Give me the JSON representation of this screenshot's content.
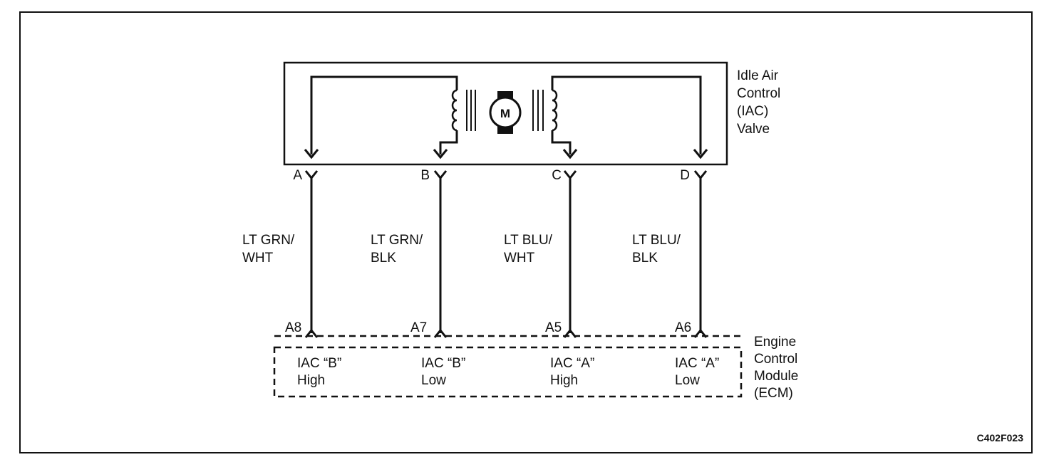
{
  "iac_valve": {
    "label_lines": [
      "Idle Air",
      "Control",
      "(IAC)",
      "Valve"
    ],
    "motor_symbol": "M"
  },
  "ecm": {
    "label_lines": [
      "Engine",
      "Control",
      "Module",
      "(ECM)"
    ]
  },
  "circuits": [
    {
      "terminal": "A",
      "wire_lines": [
        "LT GRN/",
        "WHT"
      ],
      "ecm_pin": "A8",
      "ecm_function_lines": [
        "IAC “B”",
        "High"
      ]
    },
    {
      "terminal": "B",
      "wire_lines": [
        "LT GRN/",
        "BLK"
      ],
      "ecm_pin": "A7",
      "ecm_function_lines": [
        "IAC “B”",
        "Low"
      ]
    },
    {
      "terminal": "C",
      "wire_lines": [
        "LT BLU/",
        "WHT"
      ],
      "ecm_pin": "A5",
      "ecm_function_lines": [
        "IAC “A”",
        "High"
      ]
    },
    {
      "terminal": "D",
      "wire_lines": [
        "LT BLU/",
        "BLK"
      ],
      "ecm_pin": "A6",
      "ecm_function_lines": [
        "IAC “A”",
        "Low"
      ]
    }
  ],
  "figure_id": "C402F023"
}
